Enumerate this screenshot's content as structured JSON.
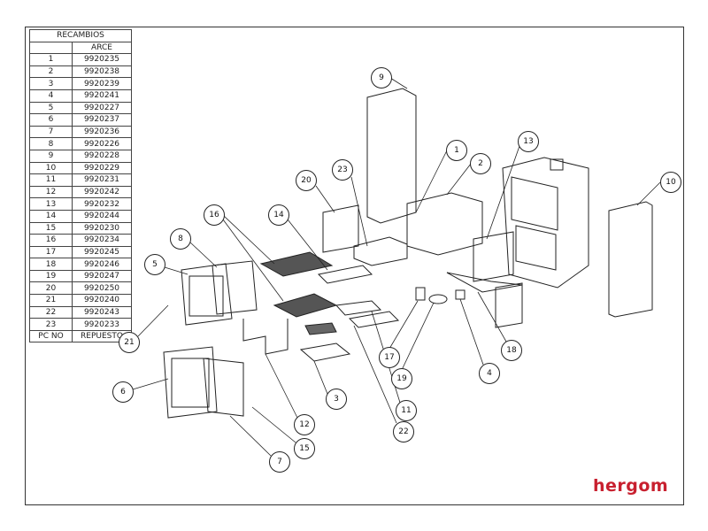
{
  "table": {
    "title": "RECAMBIOS",
    "model": "ARCE",
    "rows": [
      {
        "pc": "1",
        "ref": "9920235"
      },
      {
        "pc": "2",
        "ref": "9920238"
      },
      {
        "pc": "3",
        "ref": "9920239"
      },
      {
        "pc": "4",
        "ref": "9920241"
      },
      {
        "pc": "5",
        "ref": "9920227"
      },
      {
        "pc": "6",
        "ref": "9920237"
      },
      {
        "pc": "7",
        "ref": "9920236"
      },
      {
        "pc": "8",
        "ref": "9920226"
      },
      {
        "pc": "9",
        "ref": "9920228"
      },
      {
        "pc": "10",
        "ref": "9920229"
      },
      {
        "pc": "11",
        "ref": "9920231"
      },
      {
        "pc": "12",
        "ref": "9920242"
      },
      {
        "pc": "13",
        "ref": "9920232"
      },
      {
        "pc": "14",
        "ref": "9920244"
      },
      {
        "pc": "15",
        "ref": "9920230"
      },
      {
        "pc": "16",
        "ref": "9920234"
      },
      {
        "pc": "17",
        "ref": "9920245"
      },
      {
        "pc": "18",
        "ref": "9920246"
      },
      {
        "pc": "19",
        "ref": "9920247"
      },
      {
        "pc": "20",
        "ref": "9920250"
      },
      {
        "pc": "21",
        "ref": "9920240"
      },
      {
        "pc": "22",
        "ref": "9920243"
      },
      {
        "pc": "23",
        "ref": "9920233"
      }
    ],
    "footer_pc": "PC NO",
    "footer_ref": "REPUESTO"
  },
  "callouts": [
    "9",
    "1",
    "2",
    "23",
    "20",
    "13",
    "10",
    "16",
    "14",
    "8",
    "5",
    "21",
    "17",
    "19",
    "4",
    "18",
    "6",
    "3",
    "11",
    "22",
    "12",
    "15",
    "7"
  ],
  "logo": "hergom",
  "colors": {
    "brand": "#c8202f",
    "line": "#222222"
  }
}
